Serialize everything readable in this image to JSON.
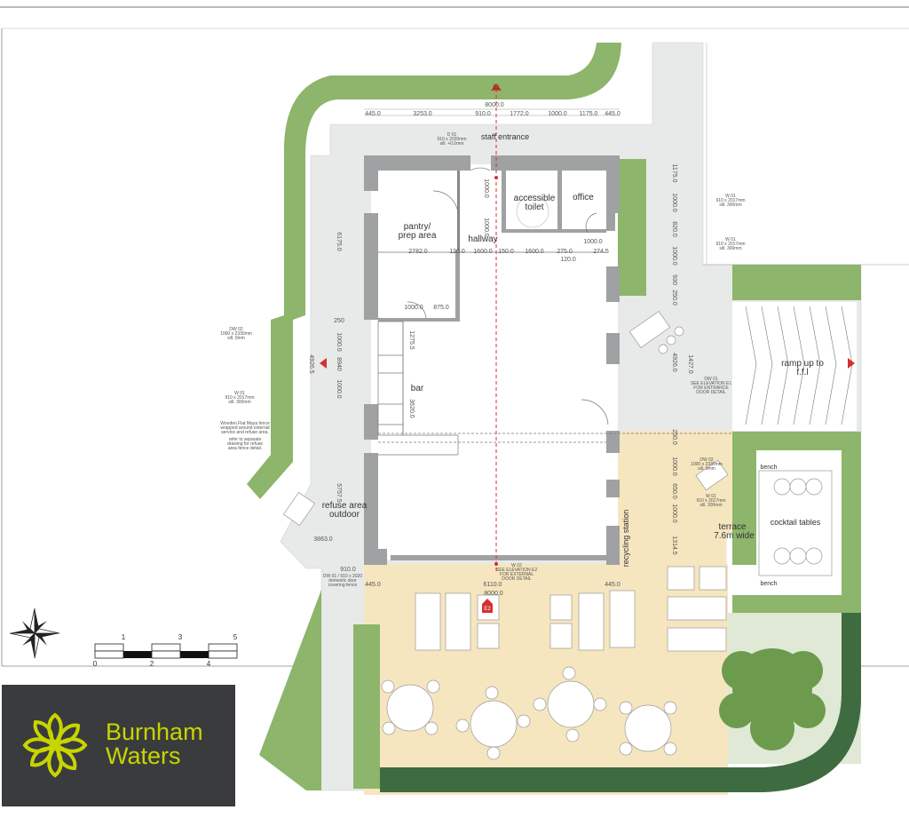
{
  "rooms": {
    "pantry": "pantry/",
    "pantry2": "prep area",
    "hallway": "hallway",
    "toilet": "accessible",
    "toilet2": "toilet",
    "office": "office",
    "bar": "bar",
    "refuse": "refuse area",
    "refuse2": "outdoor",
    "recycling": "recycling station",
    "ramp": "ramp up to",
    "ramp2": "f.f.l",
    "terrace": "terrace",
    "terrace2": "7.6m wide",
    "cocktail": "cocktail tables",
    "bench_top": "bench",
    "bench_bottom": "bench",
    "staff_entrance": "staff entrance"
  },
  "markers": {
    "e1": "E1",
    "e2": "E2"
  },
  "dims": {
    "top_total": "8000.0",
    "top_bottom": "8000.0",
    "t1": "445.0",
    "t2": "3253.0",
    "t3": "910.0",
    "t4": "1772.0",
    "t5": "1000.0",
    "t6": "1175.0",
    "t7": "445.0",
    "h1": "2782.0",
    "h2": "120.0",
    "h3": "1600.0",
    "h4": "150.0",
    "h5": "1600.0",
    "h6": "275.0",
    "h7": "274.5",
    "h8": "120.0",
    "h9": "1000.0",
    "r1": "1000.0",
    "r2": "875.0",
    "bar1": "1275.5",
    "bar2": "3620.0",
    "left1": "6175.0",
    "left2": "1000.0",
    "left3": "8940",
    "left4": "1000.0",
    "left5": "5757.5",
    "left6": "250",
    "left7": "4926.5",
    "w1": "3863.0",
    "w2": "910.0",
    "bottom1": "445.0",
    "bottom2": "6110.0",
    "bottom3": "445.0",
    "right1": "1175.0",
    "right2": "1000.0",
    "right3": "820.0",
    "right4": "1000.0",
    "right5": "930",
    "right6": "250.0",
    "right7": "4926.0",
    "right8": "1427.0",
    "t_a": "250.0",
    "t_b": "1000.0",
    "t_c": "650.0",
    "t_d": "1000.0",
    "t_e": "1314.5",
    "hall1": "1000.0",
    "hall2": "1000.0"
  },
  "notes": {
    "d_top": "D 01",
    "d_top2": "910 x 2020mm",
    "d_top3": "sill. +0.0mm",
    "w_right1": "W 01",
    "w_right1b": "910 x 2017mm",
    "w_right1c": "sill. 300mm",
    "w_right2": "W 01",
    "w_right2b": "910 x 2017mm",
    "w_right2c": "sill. 300mm",
    "dw_left": "DW 02",
    "dw_left2": "1000 x 2330mm",
    "dw_left3": "sill. 0mm",
    "w_left": "W 01",
    "w_left2": "910 x 2017mm",
    "w_left3": "sill. 300mm",
    "fence1": "Wooden Flat Maya fence",
    "fence2": "wrapped around external",
    "fence3": "service and refuse area.",
    "fence4": "refer to separate",
    "fence5": "drawing for refuse",
    "fence6": "area fence detail.",
    "dw_e": "DW 01",
    "dw_e2": "SEE ELEVATION E1",
    "dw_e3": "FOR ENTRANCE",
    "dw_e4": "DOOR DETAIL",
    "dw_t": "DW 02",
    "dw_t2": "1000 x 2330mm",
    "dw_t3": "sill. 0mm",
    "w_t": "W 01",
    "w_t2": "910 x 2017mm",
    "w_t3": "sill. 300mm",
    "w_b": "W 02",
    "w_b2": "SEE ELEVATION E2",
    "w_b3": "FOR EXTERNAL",
    "w_b4": "DOOR DETAIL",
    "d_bl": "DW 01 / 910 x 2020",
    "d_bl2": "domestic door",
    "d_bl3": "covering fence"
  },
  "scale": {
    "n0": "0",
    "n1": "1",
    "n2": "2",
    "n3": "3",
    "n4": "4",
    "n5": "5"
  },
  "brand": {
    "line1": "Burnham",
    "line2": "Waters",
    "color": "#c8d400",
    "bg": "#3a3b3c"
  },
  "colors": {
    "hedge": "#8db56b",
    "hedge_dark": "#3f6b41",
    "terrace": "#f6e6bf",
    "path": "#e7e9e9",
    "wall": "#9fa1a2"
  }
}
